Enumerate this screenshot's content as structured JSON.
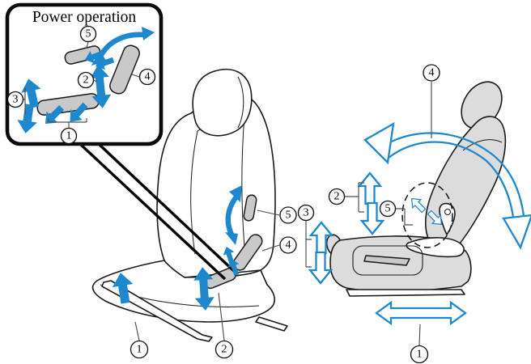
{
  "inset": {
    "title": "Power operation"
  },
  "callouts": {
    "inset": {
      "n1": "1",
      "n2": "2",
      "n3": "3",
      "n4": "4",
      "n5": "5"
    },
    "front": {
      "n1": "1",
      "n2": "2",
      "n4": "4",
      "n5": "5"
    },
    "side": {
      "n1": "1",
      "n2": "2",
      "n3": "3",
      "n4": "4",
      "n5": "5"
    }
  },
  "colors": {
    "blue": "#1e88cf",
    "seatGray": "#dcdcdc",
    "switchGray": "#c9c9c9",
    "line": "#1a1a1a",
    "leader": "#4d4d4d"
  }
}
